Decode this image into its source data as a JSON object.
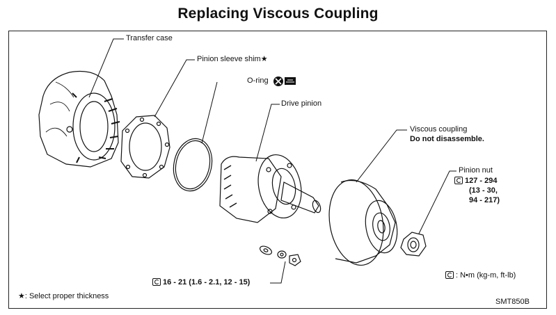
{
  "title": "Replacing Viscous Coupling",
  "labels": {
    "transfer_case": "Transfer case",
    "pinion_sleeve_shim": "Pinion sleeve shim★",
    "o_ring": "O-ring",
    "drive_pinion": "Drive pinion",
    "viscous_coupling": "Viscous coupling",
    "viscous_note": "Do not disassemble.",
    "pinion_nut": "Pinion nut",
    "pinion_torque_1": "127 - 294",
    "pinion_torque_2": "(13 - 30,",
    "pinion_torque_3": "94 - 217)",
    "bolt_torque": "16 - 21 (1.6 - 2.1, 12 - 15)",
    "torque_legend": ": N•m (kg-m, ft-lb)",
    "select_note": "★: Select proper thickness",
    "figure_code": "SMT850B"
  },
  "icons": {
    "o_ring_replace": "x-in-circle-icon",
    "o_ring_grease": "grease-icon",
    "torque": "torque-wrench-icon"
  }
}
